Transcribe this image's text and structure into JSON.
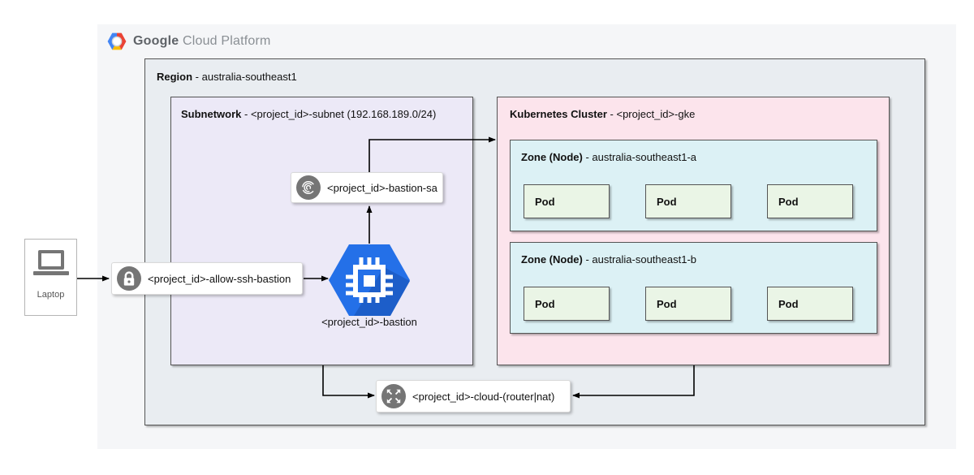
{
  "header": {
    "brand_primary": "Google",
    "brand_secondary": "Cloud Platform"
  },
  "region": {
    "title_bold": "Region",
    "title_rest": " - australia-southeast1"
  },
  "subnetwork": {
    "title_bold": "Subnetwork",
    "title_rest": " - <project_id>-subnet (192.168.189.0/24)"
  },
  "cluster": {
    "title_bold": "Kubernetes Cluster",
    "title_rest": " - <project_id>-gke",
    "zones": [
      {
        "title_bold": "Zone (Node)",
        "title_rest": " - australia-southeast1-a",
        "pods": [
          "Pod",
          "Pod",
          "Pod"
        ]
      },
      {
        "title_bold": "Zone (Node)",
        "title_rest": " - australia-southeast1-b",
        "pods": [
          "Pod",
          "Pod",
          "Pod"
        ]
      }
    ]
  },
  "nodes": {
    "laptop": {
      "label": "Laptop",
      "icon": "laptop-icon"
    },
    "firewall_rule": {
      "label": "<project_id>-allow-ssh-bastion",
      "icon": "lock-icon"
    },
    "service_account": {
      "label": "<project_id>-bastion-sa",
      "icon": "fingerprint-icon"
    },
    "bastion_vm": {
      "label": "<project_id>-bastion",
      "icon": "compute-engine-icon"
    },
    "cloud_router_nat": {
      "label": "<project_id>-cloud-(router|nat)",
      "icon": "expand-arrows-icon"
    }
  },
  "colors": {
    "canvas_bg": "#f5f6f8",
    "region_bg": "#e9edf1",
    "subnetwork_bg": "#ece9f7",
    "cluster_bg": "#fce4ec",
    "zone_bg": "#dcf1f5",
    "pod_bg": "#eaf5e6",
    "icon_gray": "#757575",
    "compute_blue": "#2470e8",
    "compute_blue_dark": "#1d5ec9",
    "logo_blue": "#4285f4",
    "logo_red": "#ea4335",
    "logo_yellow": "#fbbc05"
  }
}
